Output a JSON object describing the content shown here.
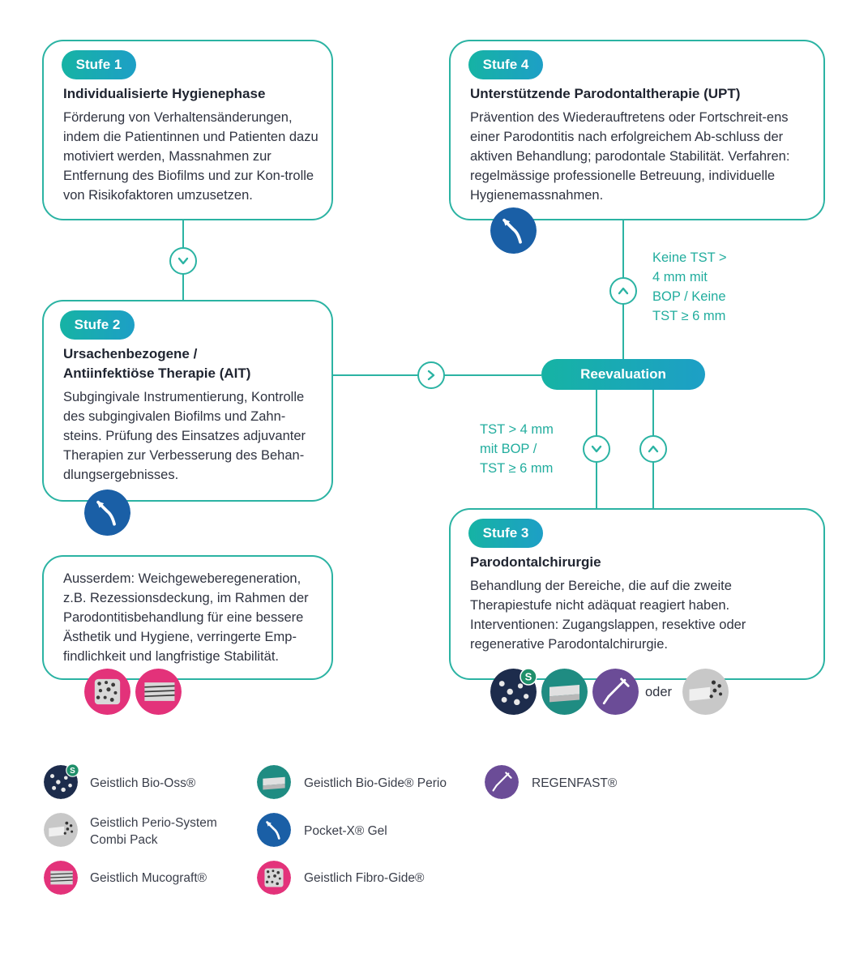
{
  "stufe1": {
    "badge": "Stufe 1",
    "title": "Individualisierte Hygienephase",
    "text": "Förderung von Verhaltensänderungen, indem die Patientinnen und Patienten dazu motiviert werden, Massnahmen zur Entfernung des Biofilms und zur Kon-trolle von Risikofaktoren umzusetzen."
  },
  "stufe2": {
    "badge": "Stufe 2",
    "title_line1": "Ursachenbezogene /",
    "title_line2": "Antiinfektiöse Therapie (AIT)",
    "text": "Subgingivale Instrumentierung, Kontrolle des subgingivalen Biofilms und Zahn-steins. Prüfung des Einsatzes adjuvanter Therapien zur Verbesserung des Behan-dlungsergebnisses."
  },
  "stufe3": {
    "badge": "Stufe 3",
    "title": "Parodontalchirurgie",
    "text": "Behandlung der Bereiche, die auf die zweite Therapiestufe nicht adäquat reagiert haben. Interventionen: Zugangslappen, resektive oder regenerative Parodontalchirurgie."
  },
  "stufe4": {
    "badge": "Stufe 4",
    "title": "Unterstützende Parodontaltherapie (UPT)",
    "text": "Prävention des Wiederauftretens oder Fortschreit-ens einer Parodontitis nach erfolgreichem Ab-schluss der aktiven Behandlung; parodontale Stabilität. Verfahren: regelmässige professionelle Betreuung, individuelle Hygienemassnahmen."
  },
  "extra": {
    "text": "Ausserdem: Weichgeweberegeneration, z.B. Rezessionsdeckung, im Rahmen der Parodontitisbehandlung für eine bessere Ästhetik und Hygiene, verringerte Emp-findlichkeit und langfristige Stabilität."
  },
  "reevaluation": {
    "label": "Reevaluation"
  },
  "conditions": {
    "to_stufe3_line1": "TST > 4 mm",
    "to_stufe3_line2": "mit BOP /",
    "to_stufe3_line3": "TST ≥ 6 mm",
    "to_stufe4_line1": "Keine TST >",
    "to_stufe4_line2": "4 mm mit",
    "to_stufe4_line3": "BOP / Keine",
    "to_stufe4_line4": "TST ≥ 6 mm"
  },
  "oder": "oder",
  "legend": [
    {
      "label": "Geistlich Bio-Oss®",
      "icon": "bio-oss-icon"
    },
    {
      "label": "Geistlich Bio-Gide® Perio",
      "icon": "bio-gide-perio-icon"
    },
    {
      "label": "REGENFAST®",
      "icon": "regenfast-icon"
    },
    {
      "label_line1": "Geistlich Perio-System",
      "label_line2": "Combi Pack",
      "icon": "perio-system-icon"
    },
    {
      "label": "Pocket-X® Gel",
      "icon": "pocket-x-icon"
    },
    {
      "label": "Geistlich Mucograft®",
      "icon": "mucograft-icon"
    },
    {
      "label": "Geistlich Fibro-Gide®",
      "icon": "fibro-gide-icon"
    }
  ],
  "badge_letter": "S",
  "colors": {
    "teal": "#2bb3a3",
    "gradient_start": "#16b3a4",
    "gradient_end": "#1d9fc6",
    "condition_text": "#22ad9e",
    "pocket_x_blue": "#1a5fa6",
    "navy": "#1d2c4c",
    "magenta": "#e3327a",
    "purple": "#6b4c97",
    "grey": "#c8c8c8"
  }
}
